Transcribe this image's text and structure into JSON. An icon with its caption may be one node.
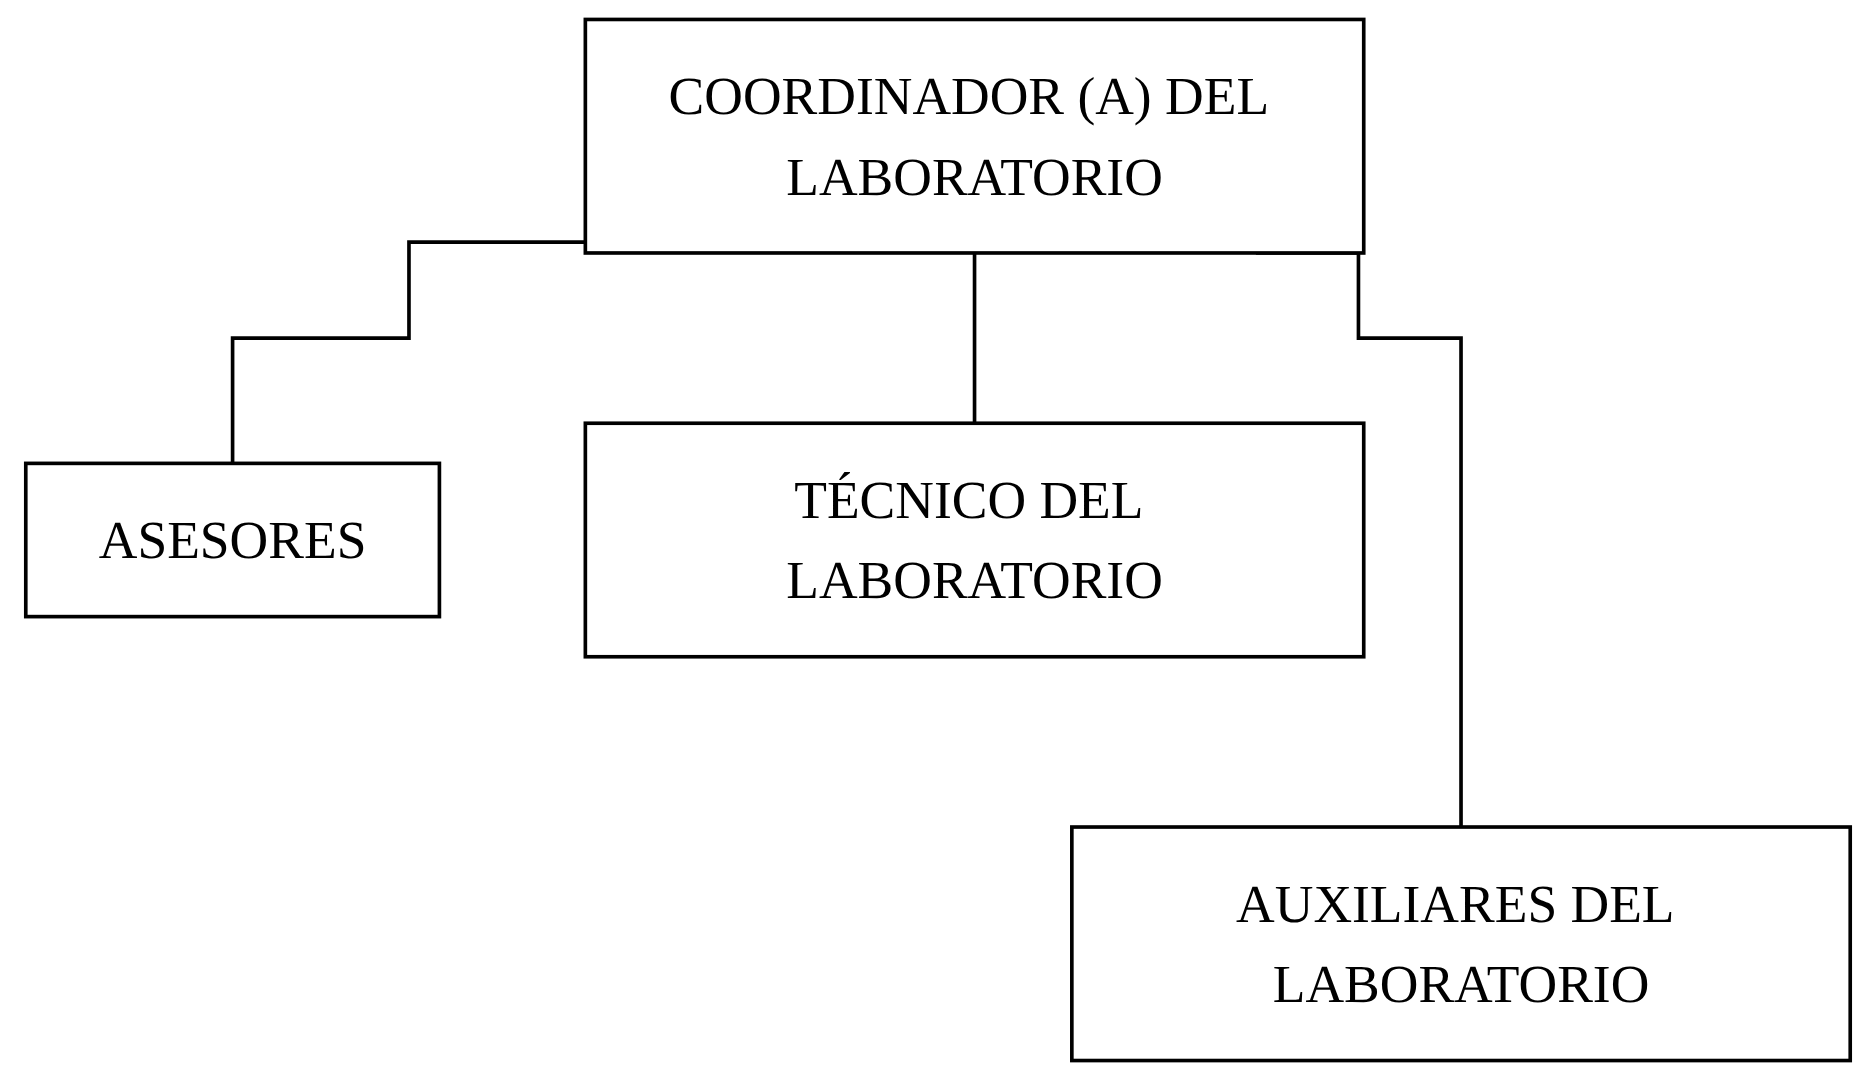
{
  "diagram": {
    "nodes": [
      {
        "text": [
          "COORDINADOR (A) DEL LABORATORIO"
        ]
      },
      {
        "text": [
          "ASESORES"
        ]
      },
      {
        "text": [
          "TÉCNICO DEL LABORATORIO"
        ]
      },
      {
        "text": [
          "AUXILIARES DEL LABORATORIO"
        ]
      }
    ],
    "edges": [
      {
        "from": 0,
        "to": 1,
        "arrow": "none"
      },
      {
        "from": 0,
        "to": 3,
        "arrow": "none"
      },
      {
        "from": 0,
        "to": 2,
        "arrow": "none"
      }
    ]
  }
}
